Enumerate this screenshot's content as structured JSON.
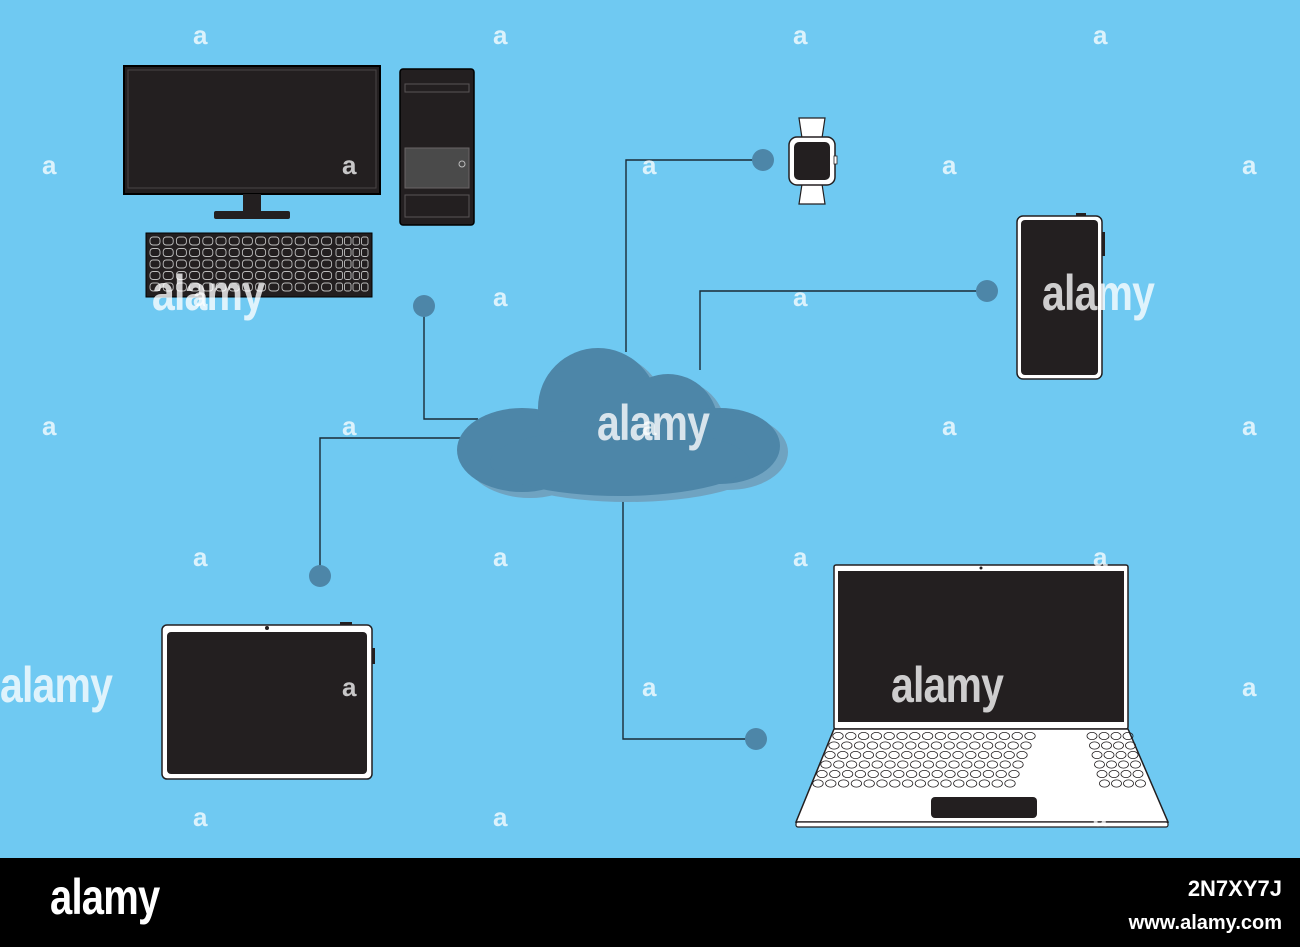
{
  "colors": {
    "background": "#6fc9f2",
    "cloud": "#4d86a8",
    "cloud_shadow": "#6fa3c1",
    "node": "#4d86a8",
    "line": "#1a2b36",
    "device_screen": "#231f20",
    "device_body": "#ffffff",
    "footer": "#000000"
  },
  "diagram": {
    "hub": {
      "icon": "cloud-icon"
    },
    "devices": [
      {
        "id": "desktop",
        "icon": "desktop-computer-icon"
      },
      {
        "id": "smartwatch",
        "icon": "smartwatch-icon"
      },
      {
        "id": "smartphone",
        "icon": "smartphone-icon"
      },
      {
        "id": "tablet",
        "icon": "tablet-icon"
      },
      {
        "id": "laptop",
        "icon": "laptop-icon"
      }
    ]
  },
  "watermark": {
    "tile": "a",
    "big": "alamy"
  },
  "footer": {
    "logo": "alamy",
    "image_id": "2N7XY7J",
    "site": "www.alamy.com"
  }
}
